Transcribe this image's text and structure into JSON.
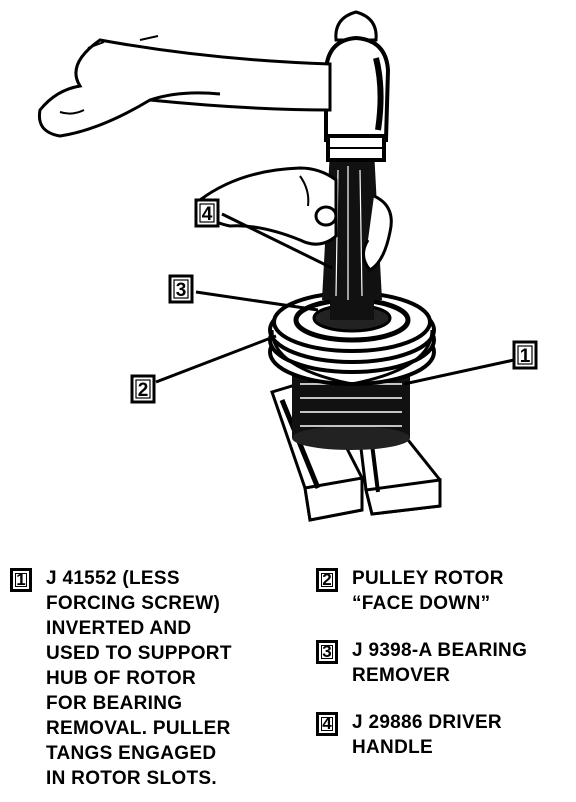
{
  "callouts": [
    {
      "id": "1",
      "label": "1"
    },
    {
      "id": "2",
      "label": "2"
    },
    {
      "id": "3",
      "label": "3"
    },
    {
      "id": "4",
      "label": "4"
    }
  ],
  "legend": [
    {
      "num": "1",
      "text": "J 41552 (LESS\nFORCING SCREW)\nINVERTED AND\nUSED TO SUPPORT\nHUB OF ROTOR\nFOR BEARING\nREMOVAL. PULLER\nTANGS ENGAGED\nIN ROTOR SLOTS."
    },
    {
      "num": "2",
      "text": "PULLEY ROTOR\n“FACE DOWN”"
    },
    {
      "num": "3",
      "text": "J 9398-A BEARING\nREMOVER"
    },
    {
      "num": "4",
      "text": "J 29886 DRIVER\nHANDLE"
    }
  ]
}
